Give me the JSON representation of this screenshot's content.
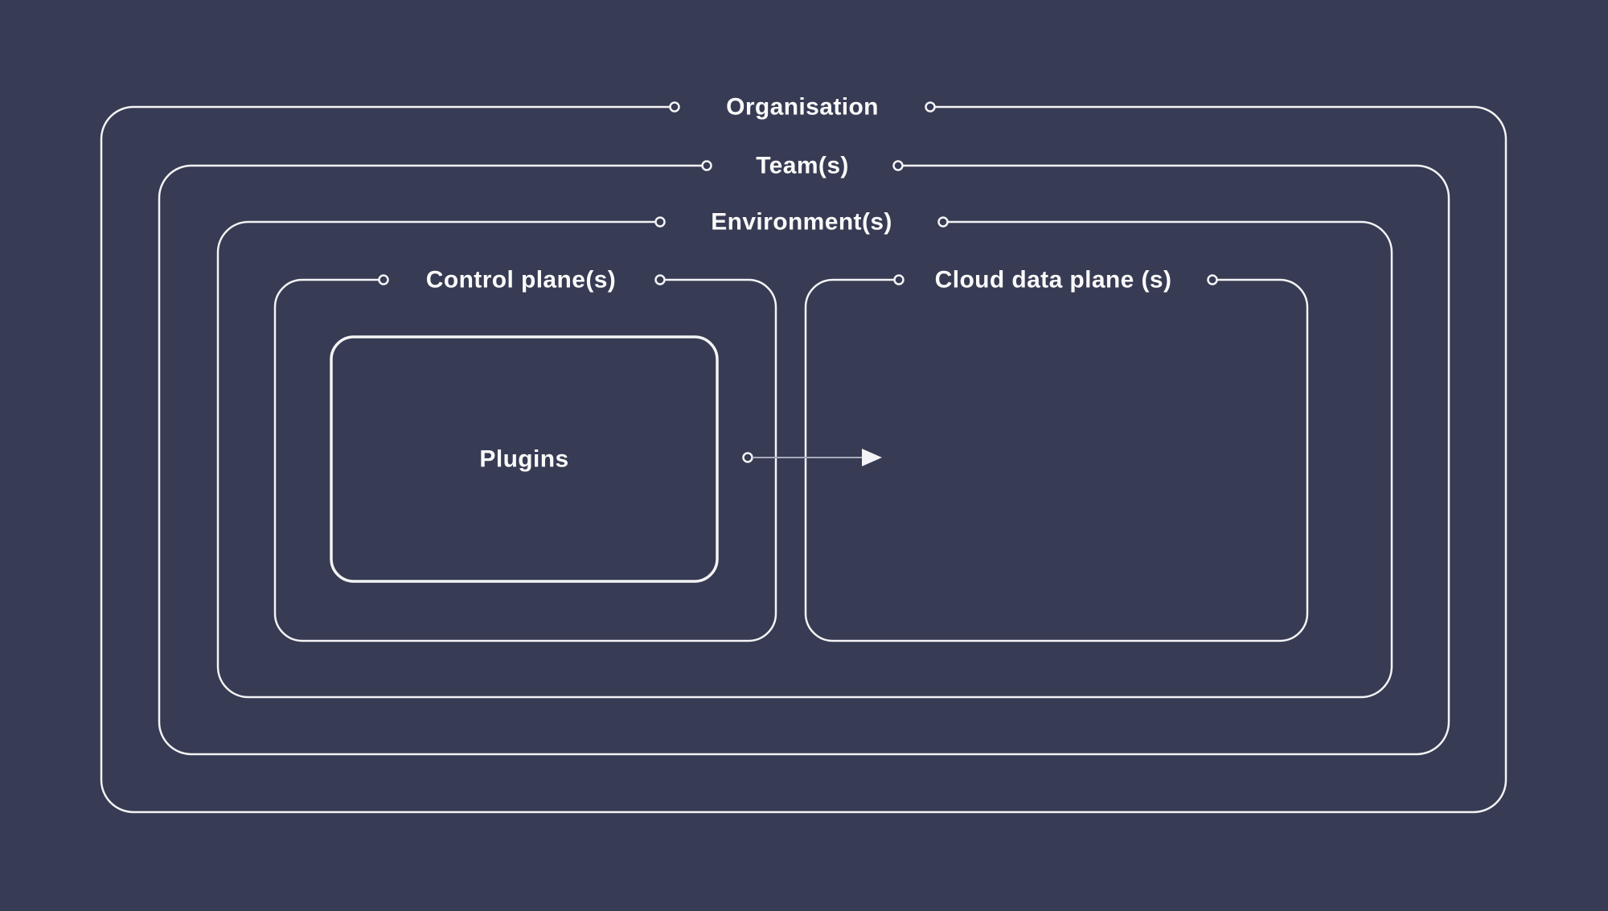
{
  "colors": {
    "background": "#373b53",
    "line": "#f4f4f6",
    "text": "#fafafa",
    "arrow_line": "#a6abba"
  },
  "labels": {
    "organisation": "Organisation",
    "teams": "Team(s)",
    "environments": "Environment(s)",
    "control_planes": "Control plane(s)",
    "cloud_data_planes": "Cloud data plane (s)",
    "plugins": "Plugins"
  },
  "icons": {
    "connector_dot": "small hollow circle on border break",
    "flow_arrow": "right-pointing arrow from control plane to cloud data plane"
  }
}
